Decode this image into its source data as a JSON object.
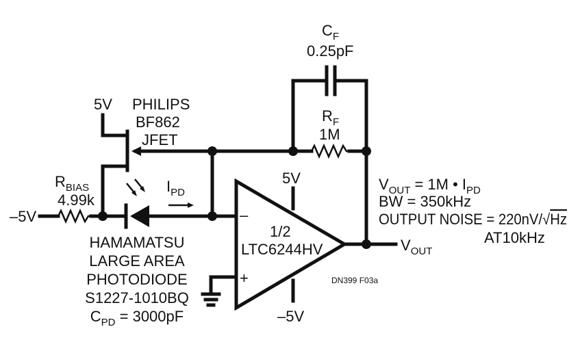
{
  "cf": {
    "name": "C",
    "sub": "F",
    "value": "0.25pF"
  },
  "rf": {
    "name": "R",
    "sub": "F",
    "value": "1M"
  },
  "supply_jfet": "5V",
  "jfet": {
    "line1": "PHILIPS",
    "line2": "BF862",
    "line3": "JFET"
  },
  "rbias": {
    "name": "R",
    "sub": "BIAS",
    "value": "4.99k"
  },
  "neg_supply_in": "–5V",
  "ipd": {
    "name": "I",
    "sub": "PD"
  },
  "photodiode": {
    "line1": "HAMAMATSU",
    "line2": "LARGE AREA",
    "line3": "PHOTODIODE",
    "line4": "S1227-1010BQ",
    "line5_name": "C",
    "line5_sub": "PD",
    "line5_value": " = 3000pF"
  },
  "opamp": {
    "line1": "1/2",
    "line2": "LTC6244HV",
    "minus": "–",
    "plus": "+",
    "vpos": "5V",
    "vneg": "–5V"
  },
  "output": {
    "name": "V",
    "sub": "OUT"
  },
  "specs": {
    "eq_name": "V",
    "eq_sub": "OUT",
    "eq_mid": " = 1M • I",
    "eq_sub2": "PD",
    "bw": "BW = 350kHz",
    "noise_prefix": "OUTPUT NOISE = 220nV/",
    "noise_root": "√",
    "noise_unit": "Hz",
    "at": "AT10kHz"
  },
  "figure_id": "DN399 F03a"
}
